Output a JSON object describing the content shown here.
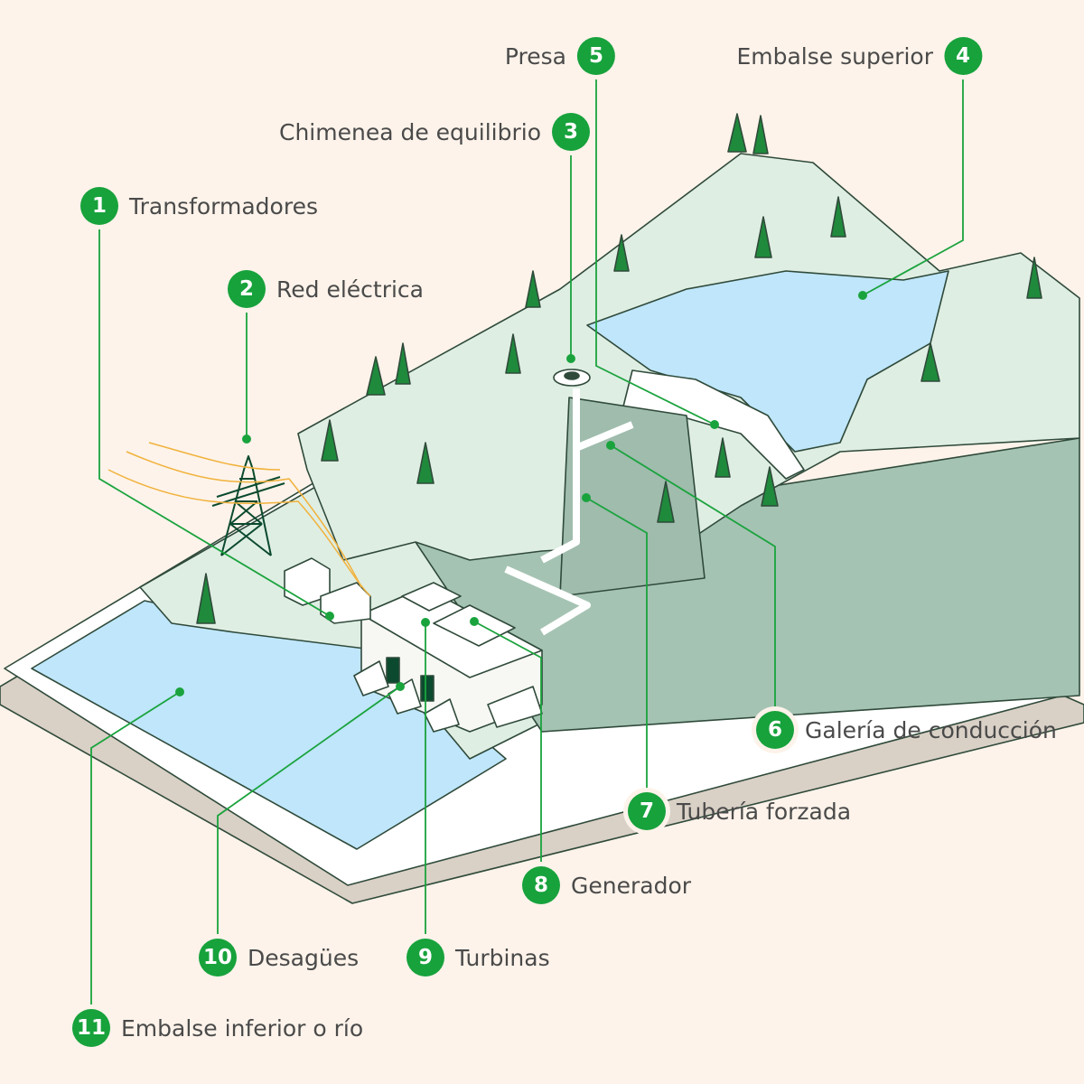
{
  "labels": [
    {
      "num": "1",
      "text": "Transformadores"
    },
    {
      "num": "2",
      "text": "Red eléctrica"
    },
    {
      "num": "3",
      "text": "Chimenea de equilibrio"
    },
    {
      "num": "4",
      "text": "Embalse superior"
    },
    {
      "num": "5",
      "text": "Presa"
    },
    {
      "num": "6",
      "text": "Galería de conducción"
    },
    {
      "num": "7",
      "text": "Tubería forzada"
    },
    {
      "num": "8",
      "text": "Generador"
    },
    {
      "num": "9",
      "text": "Turbinas"
    },
    {
      "num": "10",
      "text": "Desagües"
    },
    {
      "num": "11",
      "text": "Embalse inferior o río"
    }
  ],
  "colors": {
    "background": "#fdf3ea",
    "badge": "#17a23c",
    "water": "#bfe6fb",
    "terrain_top": "#dfeee3",
    "terrain_side": "#a5c3b3",
    "outline": "#2f4a3a"
  }
}
